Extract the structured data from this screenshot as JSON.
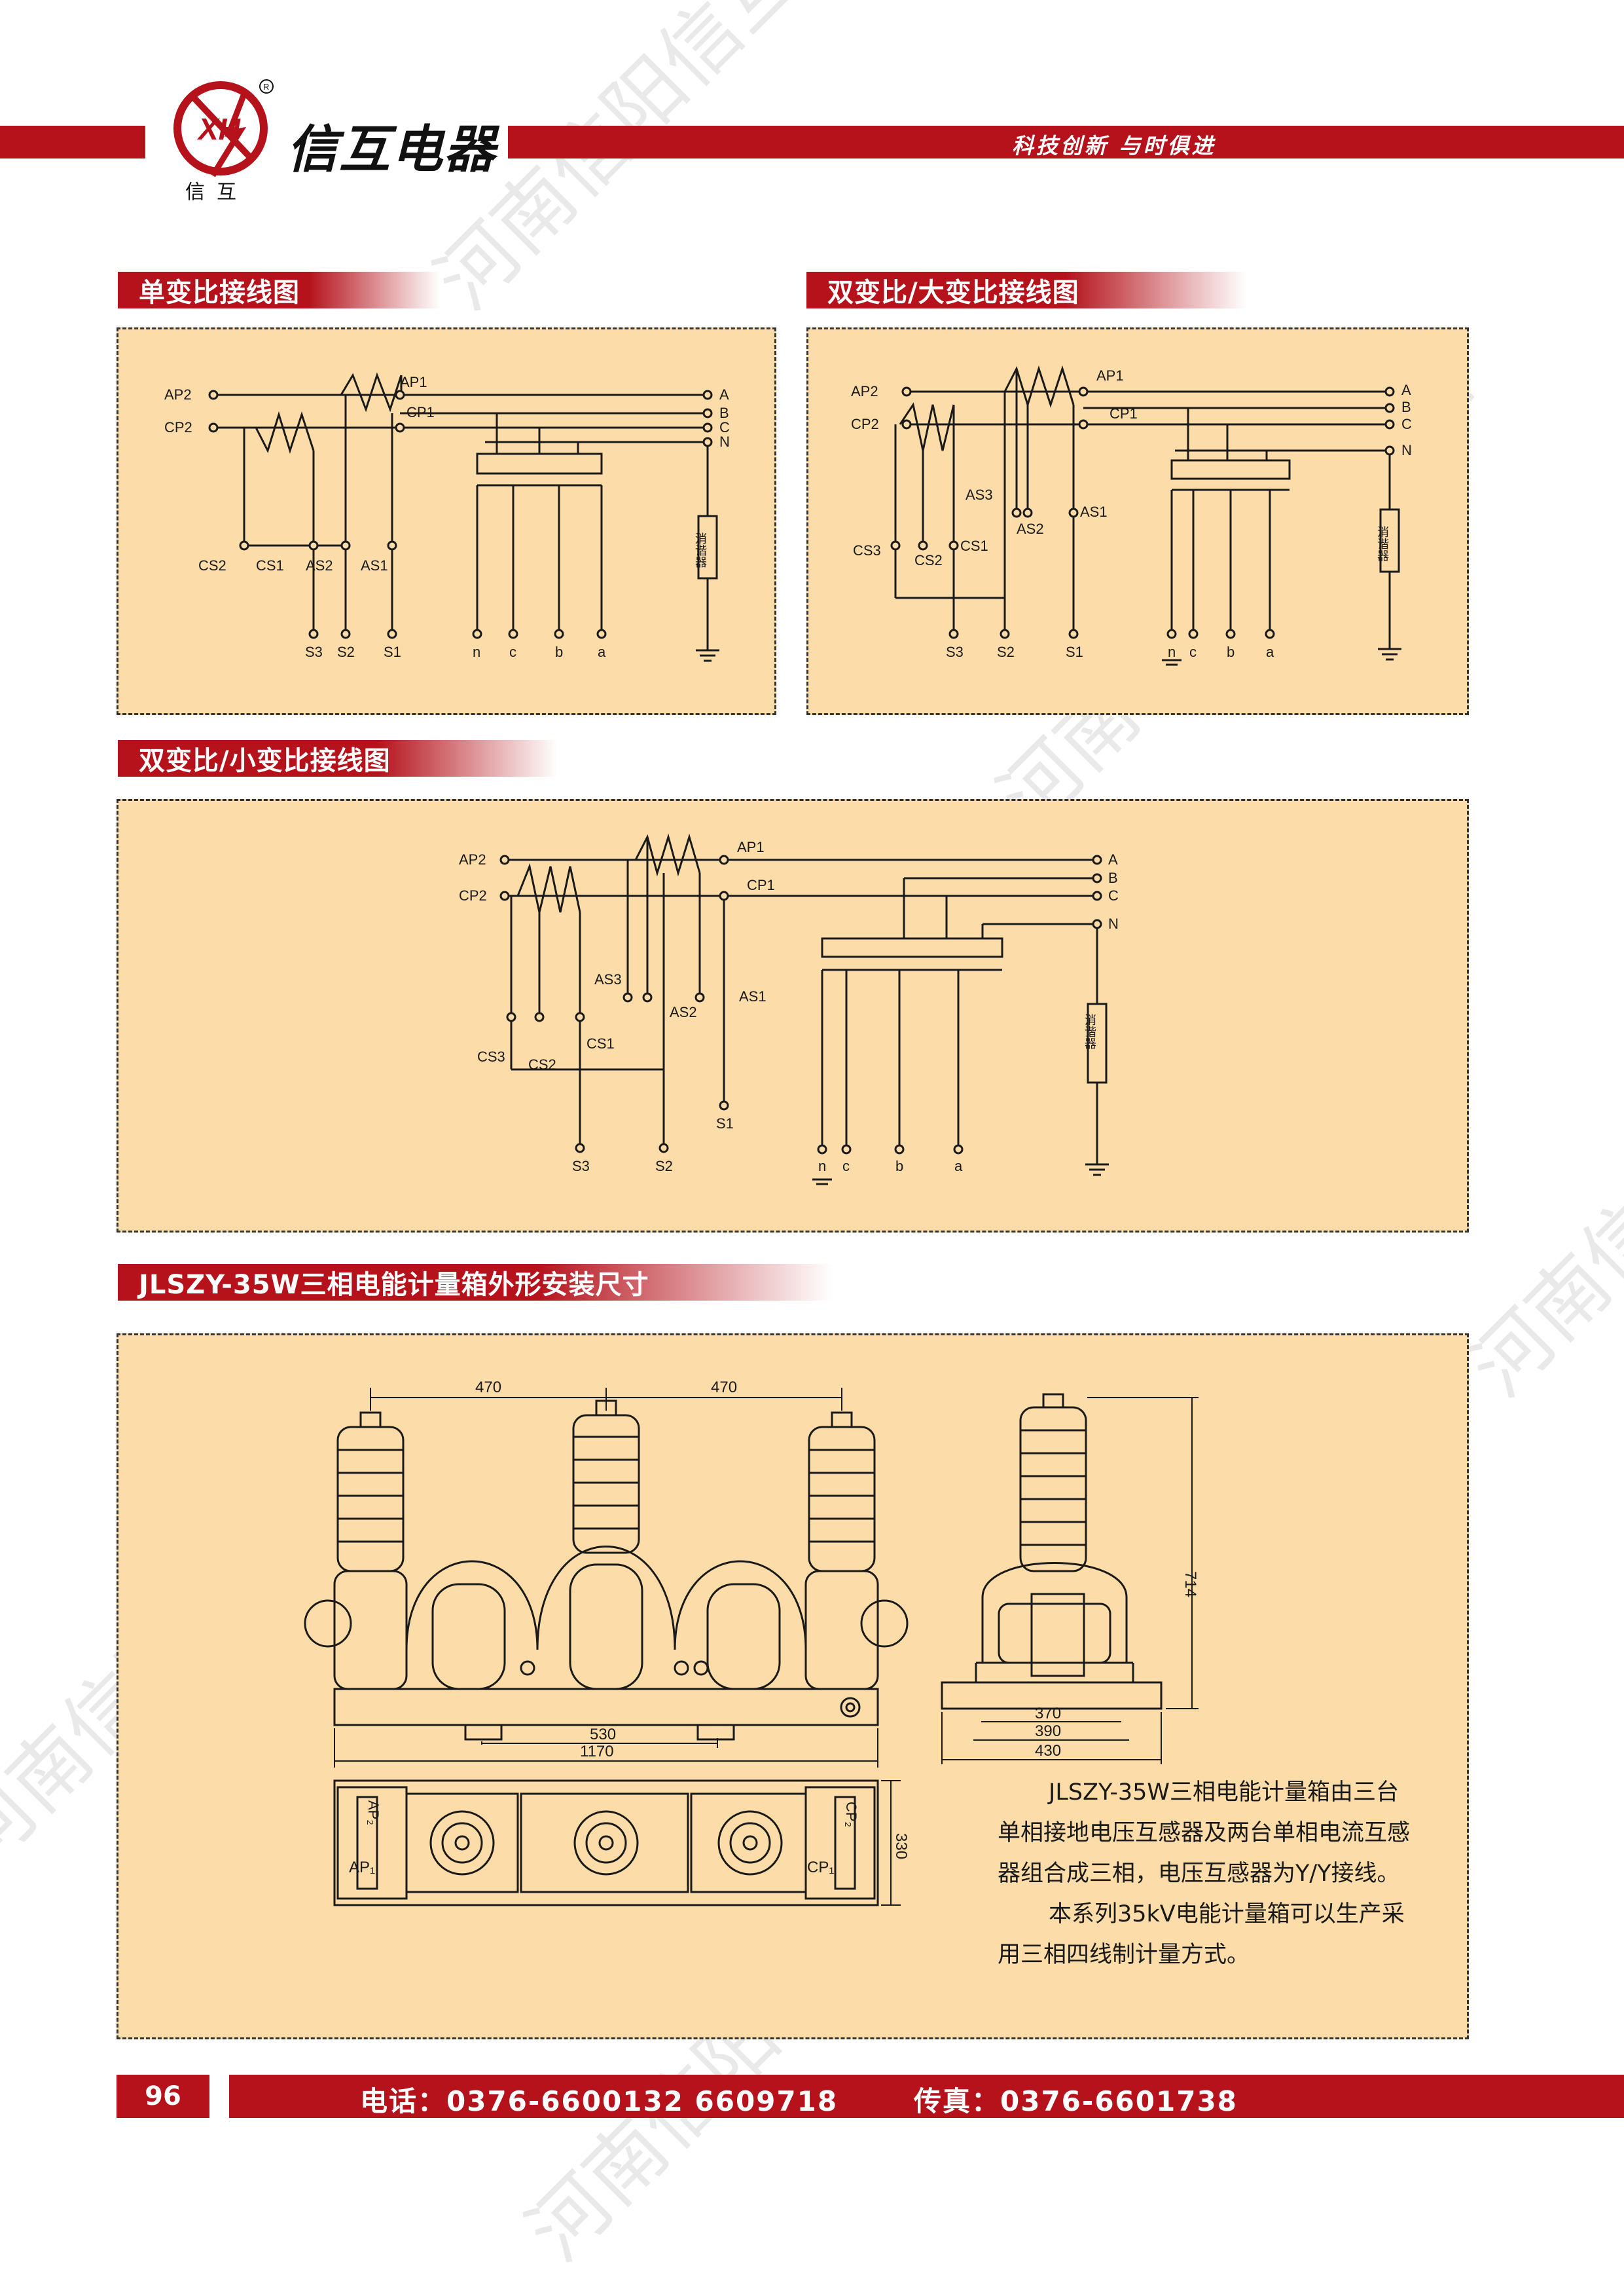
{
  "header": {
    "brand": "信互电器",
    "logo_mark": "XH",
    "logo_sub": "信互",
    "slogan": "科技创新  与时俱进"
  },
  "sections": {
    "single": "单变比接线图",
    "dual_large": "双变比/大变比接线图",
    "dual_small": "双变比/小变比接线图",
    "dims": "JLSZY-35W三相电能计量箱外形安装尺寸"
  },
  "diagram_labels": {
    "AP2": "AP2",
    "CP2": "CP2",
    "AP1": "AP1",
    "CP1": "CP1",
    "A": "A",
    "B": "B",
    "C": "C",
    "N": "N",
    "CS1": "CS1",
    "CS2": "CS2",
    "CS3": "CS3",
    "AS1": "AS1",
    "AS2": "AS2",
    "AS3": "AS3",
    "S1": "S1",
    "S2": "S2",
    "S3": "S3",
    "n": "n",
    "c": "c",
    "b": "b",
    "a": "a",
    "damper": "消谐器"
  },
  "dimensions": {
    "d470a": "470",
    "d470b": "470",
    "d530": "530",
    "d1170": "1170",
    "d330": "330",
    "d714": "714",
    "d370": "370",
    "d390": "390",
    "d430": "430",
    "AP2": "AP₂",
    "AP1": "AP₁",
    "CP2": "CP₂",
    "CP1": "CP₁"
  },
  "description": {
    "p1": "JLSZY-35W三相电能计量箱由三台单相接地电压互感器及两台单相电流互感器组合成三相，电压互感器为Y/Y接线。",
    "p2": "本系列35kV电能计量箱可以生产采用三相四线制计量方式。"
  },
  "footer": {
    "page": "96",
    "tel": "电话：0376-6600132 6609718",
    "fax": "传真：0376-6601738"
  },
  "watermark": "河南信阳信互电器",
  "colors": {
    "brand_red": "#b5121b",
    "panel": "#fcdca8"
  }
}
